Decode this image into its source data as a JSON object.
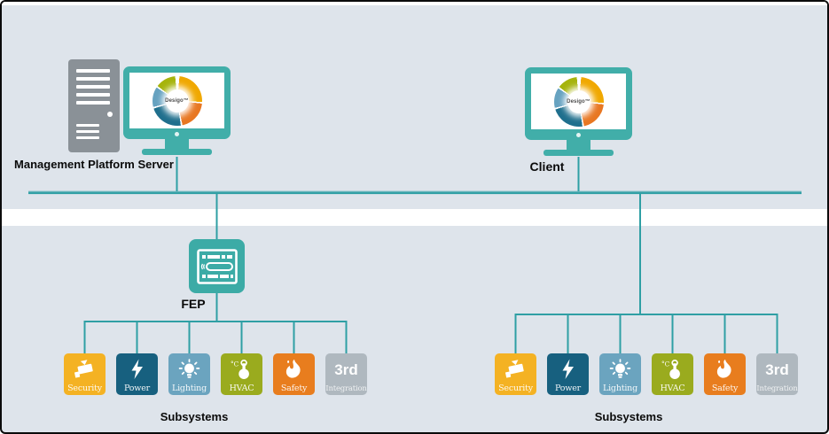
{
  "devices": {
    "server": {
      "label": "Management Platform Server"
    },
    "client": {
      "label": "Client"
    },
    "fep": {
      "label": "FEP"
    }
  },
  "wheel": {
    "brand": "Desigo™",
    "segments": [
      "#F0A800",
      "#E87722",
      "#1F6F8D",
      "#66A2C0",
      "#A6B40C"
    ]
  },
  "groups": {
    "left": {
      "caption": "Subsystems"
    },
    "right": {
      "caption": "Subsystems"
    }
  },
  "subsystems": [
    {
      "id": "security",
      "label": "Security",
      "color": "#F4B223",
      "icon": "camera-icon"
    },
    {
      "id": "power",
      "label": "Power",
      "color": "#17607F",
      "icon": "lightning-icon"
    },
    {
      "id": "lighting",
      "label": "Lighting",
      "color": "#6BA4BF",
      "icon": "bulb-icon"
    },
    {
      "id": "hvac",
      "label": "HVAC",
      "color": "#9AAB1E",
      "icon": "thermometer-icon"
    },
    {
      "id": "safety",
      "label": "Safety",
      "color": "#E87D1E",
      "icon": "flame-icon"
    },
    {
      "id": "third-party",
      "label": "3rd",
      "sublabel": "Integration",
      "color": "#AFB8BF",
      "icon": "3rd-text"
    }
  ],
  "subsystems_icon_text": {
    "hvac": "°C"
  },
  "colors": {
    "background": "#DEE4EB",
    "band": "#FFFFFF",
    "line": "#2F9FA4",
    "bus_highlight": "#9AC8D0",
    "device_teal": "#41AEA9",
    "fep_teal": "#3CABA6",
    "tower_gray": "#8A9197"
  }
}
